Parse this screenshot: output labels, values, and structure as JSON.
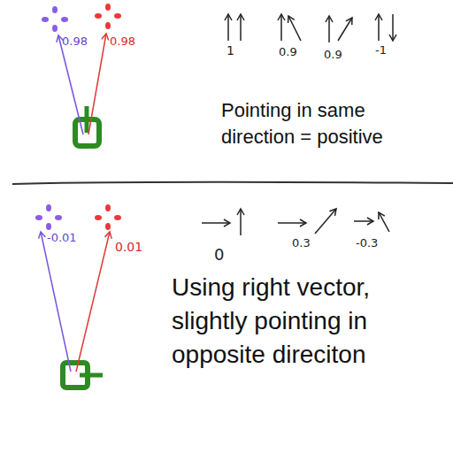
{
  "diagram": {
    "labels": [
      "0.98",
      "0.98",
      "1",
      "0.9",
      "0.9",
      "-1",
      "Pointing in same direction = positive",
      "-0.01",
      "0.01",
      "0",
      "0.3",
      "-0.3",
      "Using right vector, slightly pointing in opposite direciton"
    ]
  }
}
